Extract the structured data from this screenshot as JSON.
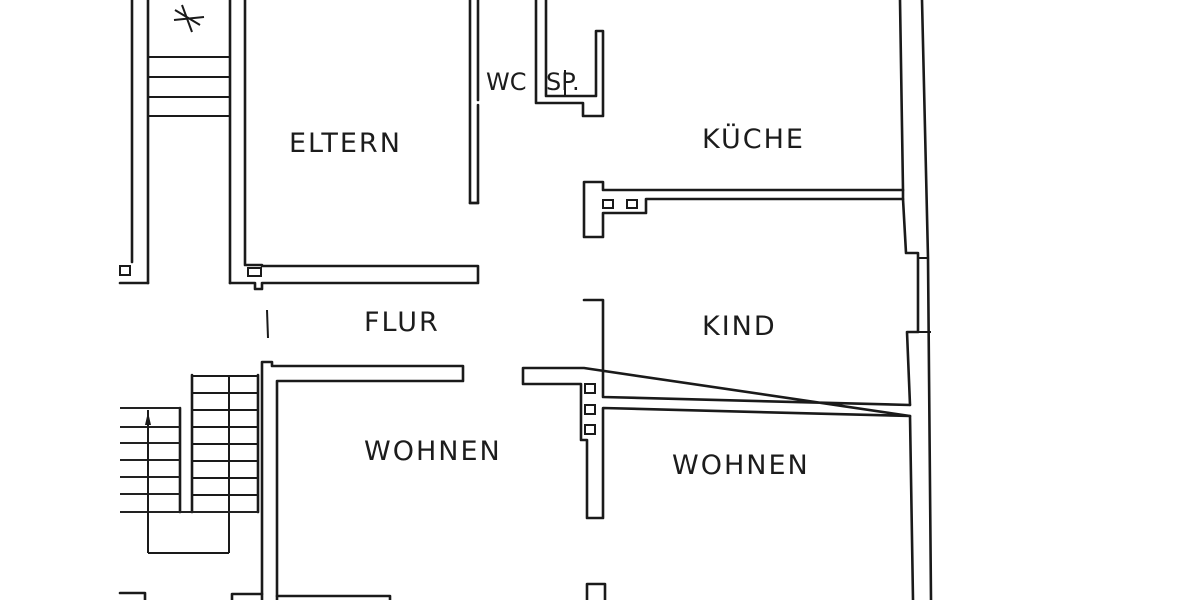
{
  "floorplan": {
    "rooms": [
      {
        "id": "eltern",
        "label": "ELTERN"
      },
      {
        "id": "wc",
        "label": "WC"
      },
      {
        "id": "sp",
        "label": "SP."
      },
      {
        "id": "kueche",
        "label": "KÜCHE"
      },
      {
        "id": "flur",
        "label": "FLUR"
      },
      {
        "id": "kind",
        "label": "KIND"
      },
      {
        "id": "wohnen_left",
        "label": "WOHNEN"
      },
      {
        "id": "wohnen_right",
        "label": "WOHNEN"
      }
    ],
    "colors": {
      "line": "#1a1a1a",
      "paper": "#ffffff"
    }
  }
}
